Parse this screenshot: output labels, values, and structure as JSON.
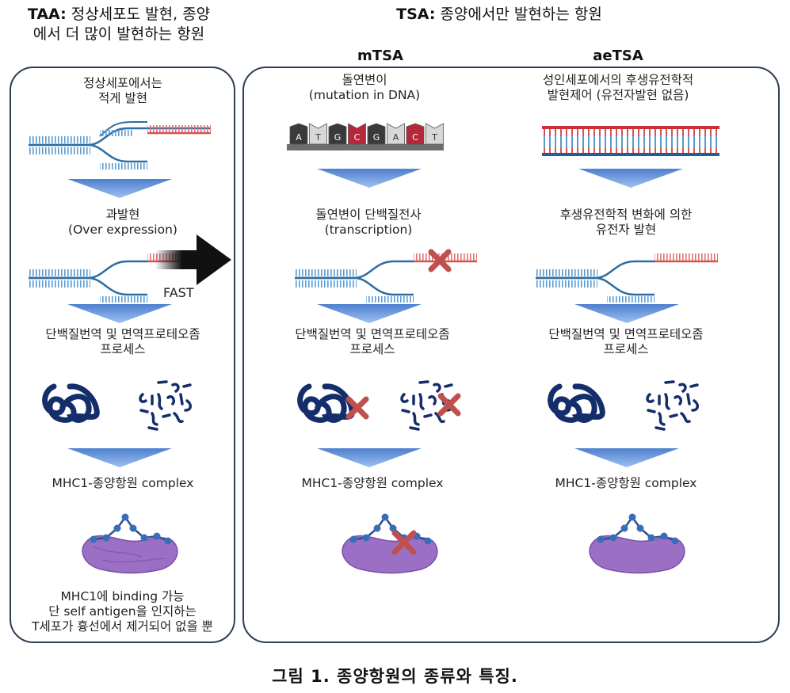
{
  "taa": {
    "header_bold": "TAA:",
    "header_line1_rest": " 정상세포도 발현, 종양",
    "header_line2": "에서 더 많이 발현하는 항원",
    "low_expr_line1": "정상세포에서는",
    "low_expr_line2": "적게 발현",
    "overexp_line1": "과발현",
    "overexp_line2": "(Over expression)",
    "fast": "FAST",
    "process_line1": "단백질번역 및 면역프로테오좀",
    "process_line2": "프로세스",
    "mhc": "MHC1-종양항원 complex",
    "note_line1": "MHC1에 binding 가능",
    "note_line2": "단 self antigen을 인지하는",
    "note_line3": "T세포가 흉선에서 제거되어 없을 뿐"
  },
  "tsa": {
    "header_bold": "TSA:",
    "header_rest": " 종양에서만 발현하는 항원",
    "mtsa": {
      "title": "mTSA",
      "mut_line1": "돌연변이",
      "mut_line2": "(mutation in DNA)",
      "dna_letters": [
        "A",
        "T",
        "G",
        "C",
        "G",
        "A",
        "C",
        "T"
      ],
      "trans_line1": "돌연변이 단백질전사",
      "trans_line2": "(transcription)",
      "process_line1": "단백질번역 및 면역프로테오좀",
      "process_line2": "프로세스",
      "mhc": "MHC1-종양항원 complex"
    },
    "aetsa": {
      "title": "aeTSA",
      "epi_line1": "성인세포에서의 후생유전학적",
      "epi_line2": "발현제어 (유전자발현 없음)",
      "change_line1": "후생유전학적 변화에 의한",
      "change_line2": "유전자 발현",
      "process_line1": "단백질번역 및 면역프로테오좀",
      "process_line2": "프로세스",
      "mhc": "MHC1-종양항원 complex"
    }
  },
  "caption": "그림 1. 종양항원의 종류와 특징.",
  "colors": {
    "panel_border": "#2d3f55",
    "dna_blue": "#4a8fc4",
    "rna_red": "#d9534f",
    "arrow_blue": "#6f9de0",
    "protein_navy": "#142d6b",
    "mhc_purple": "#9b6fc4",
    "x_red": "#c0504d",
    "big_arrow": "#111111"
  },
  "icons": [
    "dna-replication-fork-icon",
    "down-arrow-icon",
    "protein-coil-icon",
    "peptide-fragments-icon",
    "mhc-complex-icon",
    "x-mark-icon",
    "dna-letter-sequence-icon",
    "dna-ladder-icon",
    "big-right-arrow-icon"
  ]
}
